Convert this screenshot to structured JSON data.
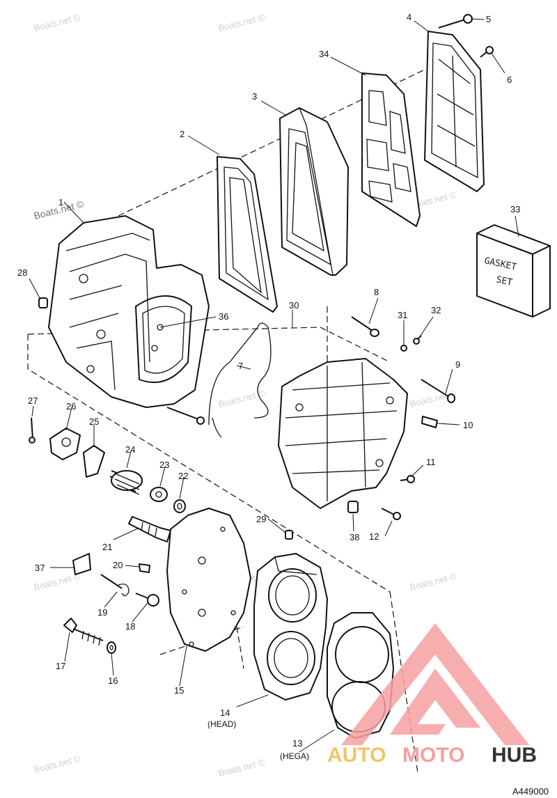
{
  "diagram": {
    "part_numbers": [
      "1",
      "2",
      "3",
      "4",
      "5",
      "6",
      "7",
      "8",
      "9",
      "10",
      "11",
      "12",
      "13",
      "14",
      "15",
      "16",
      "17",
      "18",
      "19",
      "20",
      "21",
      "22",
      "23",
      "24",
      "25",
      "26",
      "27",
      "28",
      "29",
      "30",
      "31",
      "32",
      "33",
      "34",
      "36",
      "37",
      "38"
    ],
    "callouts": {
      "p14_sub": "(HEAD)",
      "p13_sub": "(HEGA)"
    },
    "gasket_box": {
      "line1": "GASKET",
      "line2": "SET"
    },
    "watermark": "Boats.net ©",
    "logo": {
      "auto": "AUTO",
      "moto": "MOTO",
      "hub": "HUB",
      "accent_color": "#f6a0a0",
      "gold_color": "#f3c46a",
      "dark_color": "#333333"
    },
    "figure_code": "A449000"
  }
}
